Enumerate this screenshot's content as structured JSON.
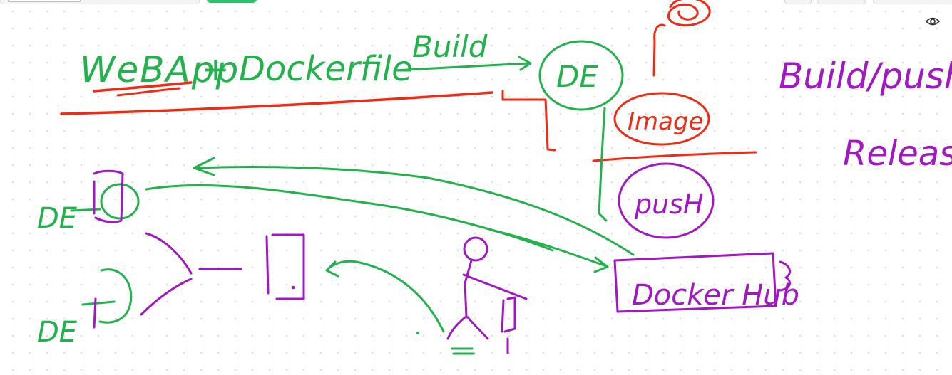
{
  "colors": {
    "green": "#21b24b",
    "red": "#f02a14",
    "purple": "#a117c4",
    "canvas": "#ffffff",
    "grid_dot": "#d9d9d9"
  },
  "toolbar": {
    "view_icon": "eye-icon"
  },
  "labels": {
    "webapp": "WeBApp",
    "plus": "+",
    "dockerfile": "Dockerfile",
    "build": "Build",
    "de_top": "DE",
    "image": "Image",
    "push": "pusH",
    "build_push": "Build/push",
    "release": "Release",
    "docker_hub": "Docker Hub",
    "de_left_1": "DE",
    "de_left_2": "DE"
  }
}
